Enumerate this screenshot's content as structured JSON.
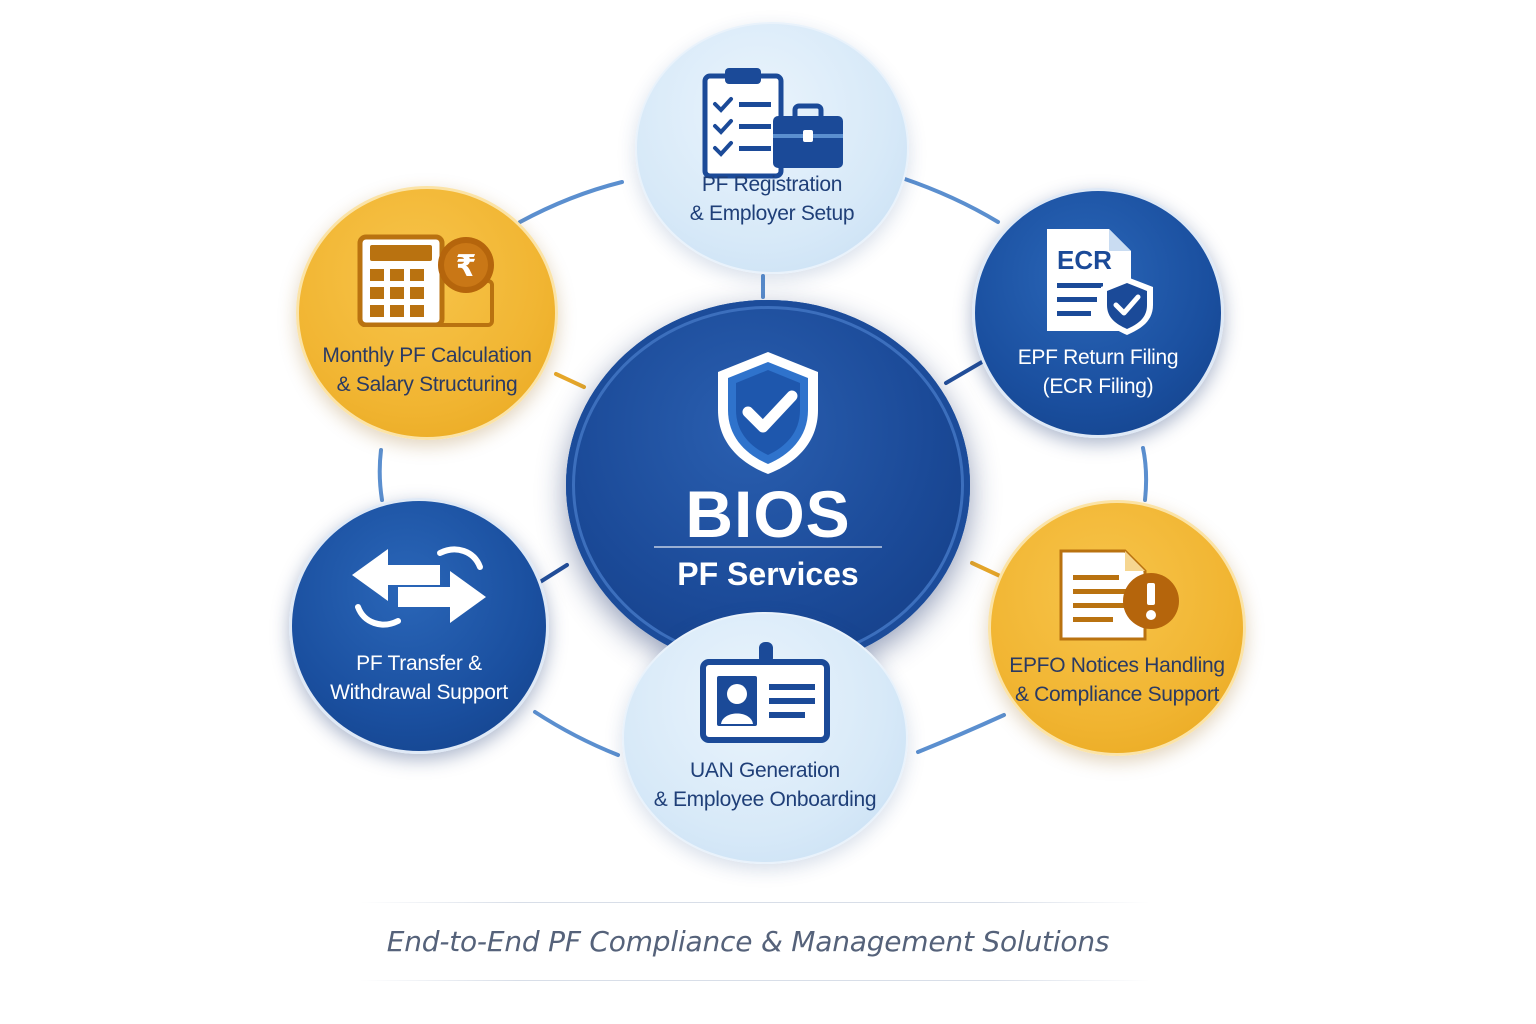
{
  "brand": {
    "title": "BIOS",
    "subtitle": "PF Services",
    "icon": "shield-check-icon"
  },
  "services": [
    {
      "id": "registration",
      "lines": [
        "PF Registration",
        "& Employer Setup"
      ],
      "icon": "clipboard-briefcase-icon",
      "style": "light"
    },
    {
      "id": "ecr",
      "lines": [
        "EPF Return Filing",
        "(ECR Filing)"
      ],
      "icon": "ecr-document-shield-icon",
      "icon_text": "ECR",
      "style": "blue"
    },
    {
      "id": "notices",
      "lines": [
        "EPFO Notices Handling",
        "& Compliance Support"
      ],
      "icon": "document-alert-icon",
      "style": "yellow"
    },
    {
      "id": "uan",
      "lines": [
        "UAN Generation",
        "& Employee Onboarding"
      ],
      "icon": "id-badge-icon",
      "style": "light"
    },
    {
      "id": "transfer",
      "lines": [
        "PF Transfer &",
        "Withdrawal Support"
      ],
      "icon": "transfer-arrows-icon",
      "style": "blue"
    },
    {
      "id": "calculation",
      "lines": [
        "Monthly PF Calculation",
        "& Salary Structuring"
      ],
      "icon": "calculator-rupee-icon",
      "icon_text": "₹",
      "style": "yellow"
    }
  ],
  "tagline": "End-to-End PF Compliance & Management Solutions",
  "colors": {
    "navy": "#1b4a98",
    "light_blue": "#d7e9f8",
    "gold": "#f1b532",
    "text_dark": "#1f3f78"
  }
}
